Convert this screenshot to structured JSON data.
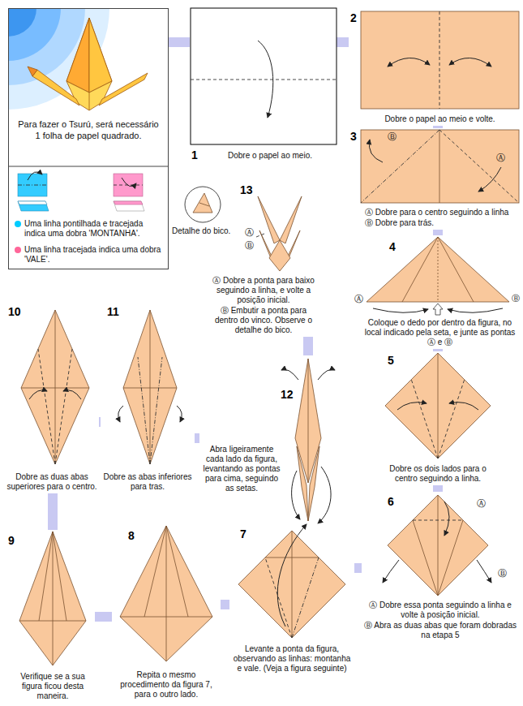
{
  "diagram": {
    "nodes": [
      {
        "text": [
          "Para fazer o Tsurú, será necessário 1 folha de papel quadrado."
        ]
      },
      {
        "text": [
          "1",
          "Dobre o papel ao meio."
        ]
      },
      {
        "text": [
          "2",
          "Dobre o papel ao meio e volte."
        ]
      },
      {
        "text": [
          "3",
          "Ⓐ Dobre para o centro seguindo a linha",
          "Ⓑ Dobre para trás."
        ]
      },
      {
        "text": [
          "4",
          "Coloque o dedo por dentro da figura, no local indicado pela seta, e junte as pontas Ⓐ e Ⓑ"
        ]
      },
      {
        "text": [
          "5",
          "Dobre os dois lados para o centro seguindo a linha."
        ]
      },
      {
        "text": [
          "6",
          "Ⓐ Dobre essa ponta seguindo a linha e volte à posição inicial.",
          "Ⓑ Abra as duas abas que foram dobradas na etapa 5"
        ]
      },
      {
        "text": [
          "7",
          "Levante a ponta da figura, observando as linhas: montanha e vale. (Veja a figura seguinte)"
        ]
      },
      {
        "text": [
          "8",
          "Repita o mesmo procedimento da figura 7, para o outro lado."
        ]
      },
      {
        "text": [
          "9",
          "Verifique se a sua figura ficou desta maneira."
        ]
      },
      {
        "text": [
          "10",
          "Dobre as duas abas superiores para o centro."
        ]
      },
      {
        "text": [
          "11",
          "Dobre as abas inferiores para tras."
        ]
      },
      {
        "text": [
          "12",
          "Abra ligeiramente cada lado da figura, levantando as pontas para cima, seguindo as setas."
        ]
      },
      {
        "text": [
          "13",
          "Ⓐ Dobre a ponta para baixo seguindo a linha, e volte a posição inicial.",
          "Ⓑ Embutir a ponta para dentro do vinco. Observe o detalhe do bico."
        ]
      }
    ],
    "edges": [
      {
        "from": 0,
        "to": 1,
        "arrow": "none"
      },
      {
        "from": 1,
        "to": 2,
        "arrow": "none"
      },
      {
        "from": 2,
        "to": 3,
        "arrow": "none"
      },
      {
        "from": 3,
        "to": 4,
        "arrow": "none"
      },
      {
        "from": 4,
        "to": 5,
        "arrow": "none"
      },
      {
        "from": 5,
        "to": 6,
        "arrow": "none"
      },
      {
        "from": 6,
        "to": 7,
        "arrow": "none"
      },
      {
        "from": 7,
        "to": 8,
        "arrow": "none"
      },
      {
        "from": 8,
        "to": 9,
        "arrow": "none"
      },
      {
        "from": 9,
        "to": 10,
        "arrow": "none"
      },
      {
        "from": 10,
        "to": 11,
        "arrow": "none"
      },
      {
        "from": 11,
        "to": 12,
        "arrow": "none"
      },
      {
        "from": 12,
        "to": 13,
        "arrow": "none"
      }
    ],
    "labels": [
      "Ⓑ",
      "Ⓐ",
      "Ⓐ",
      "Ⓑ",
      "Ⓐ",
      "Ⓑ",
      "Ⓐ",
      "Ⓑ",
      "Detalhe do bico."
    ],
    "legend": [
      {
        "text": "Uma linha pontilhada e tracejada indica uma dobra 'MONTANHA'.",
        "color": "#00ccff"
      },
      {
        "text": "Uma linha tracejada indica uma dobra 'VALE'.",
        "color": "#ff6699"
      }
    ]
  }
}
